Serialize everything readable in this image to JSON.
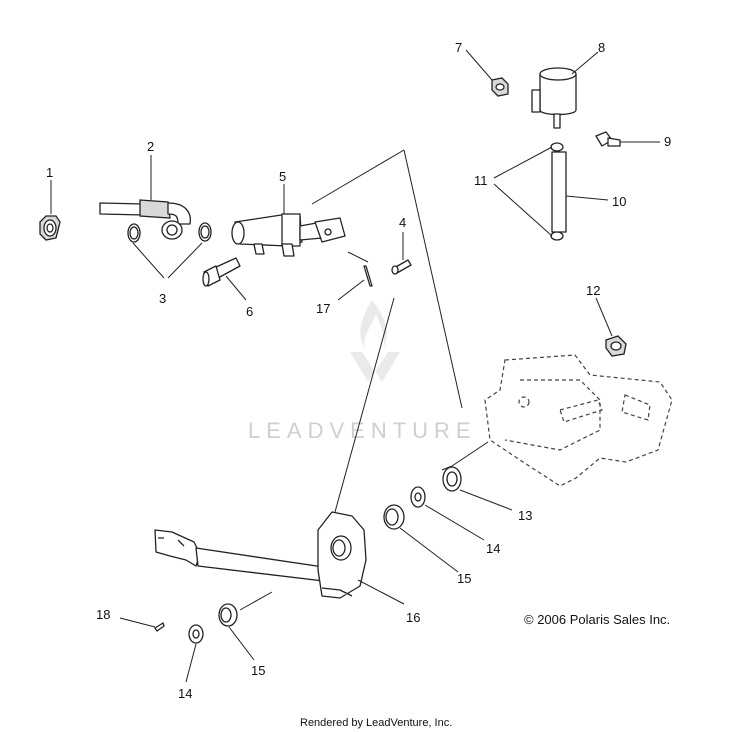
{
  "callouts": {
    "c1": "1",
    "c2": "2",
    "c3": "3",
    "c4": "4",
    "c5": "5",
    "c6": "6",
    "c7": "7",
    "c8": "8",
    "c9": "9",
    "c10": "10",
    "c11": "11",
    "c12": "12",
    "c13": "13",
    "c14a": "14",
    "c14b": "14",
    "c15a": "15",
    "c15b": "15",
    "c16": "16",
    "c17": "17",
    "c18": "18"
  },
  "watermark": {
    "text": "LEADVENTURE"
  },
  "copyright": "© 2006 Polaris Sales Inc.",
  "footer": "Rendered by LeadVenture, Inc."
}
